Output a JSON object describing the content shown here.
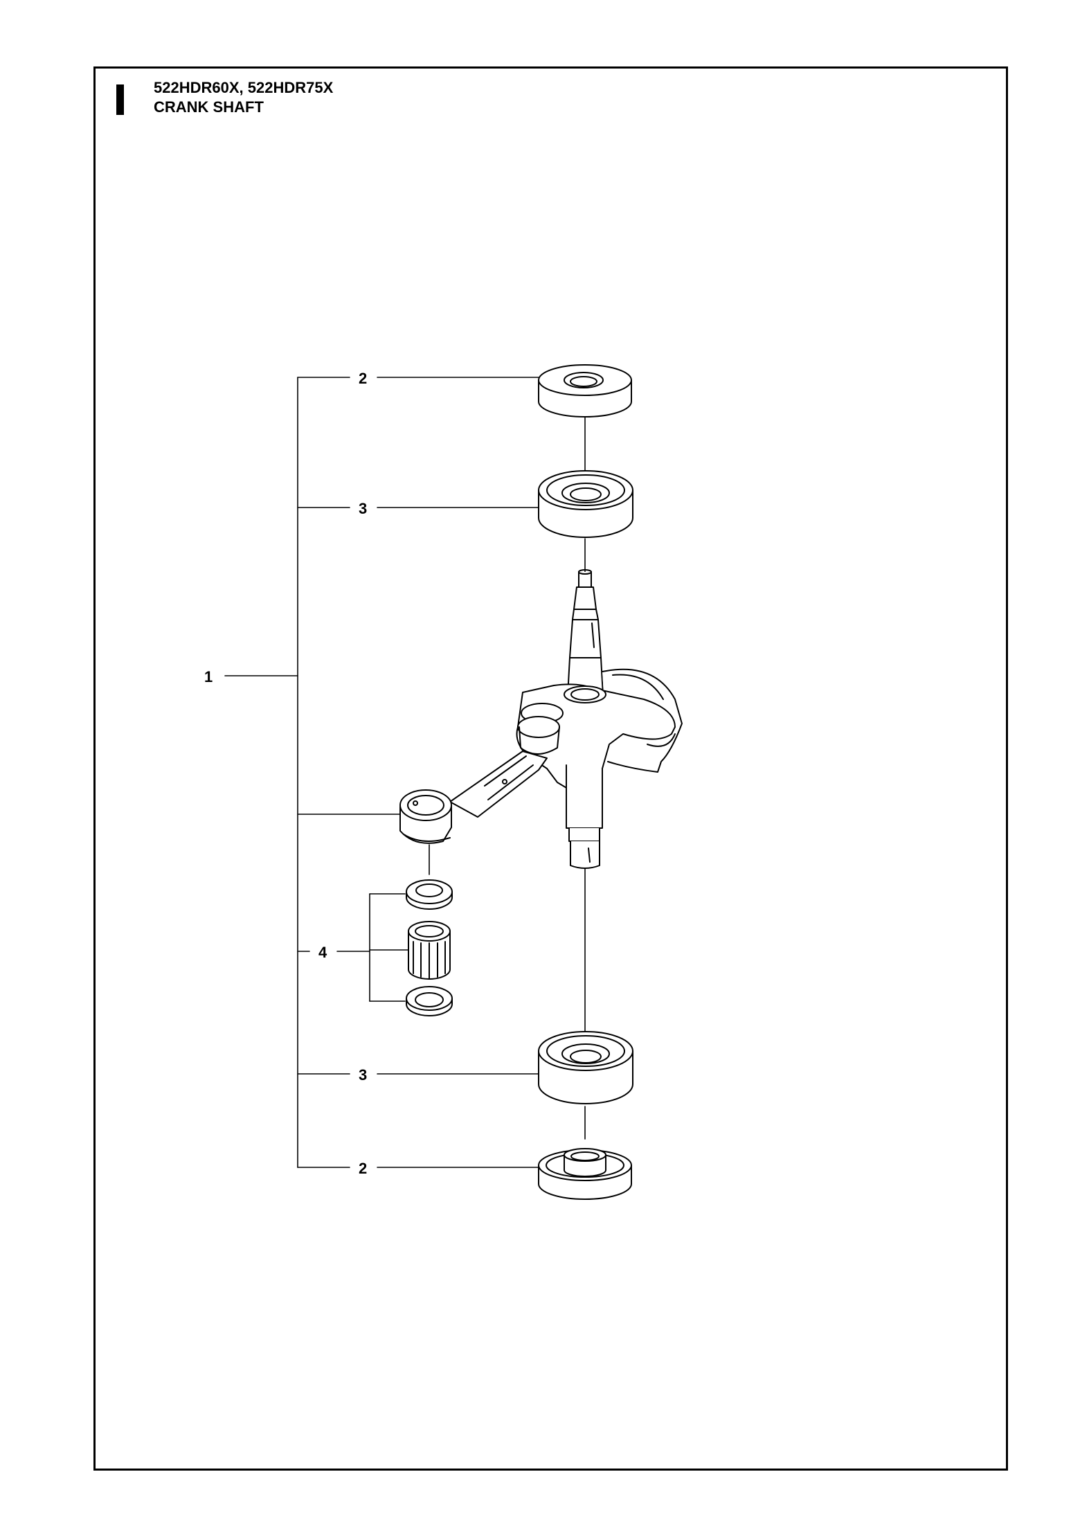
{
  "header": {
    "models": "522HDR60X, 522HDR75X",
    "title": "CRANK SHAFT"
  },
  "callouts": {
    "assembly": "1",
    "seal_top": "2",
    "bearing_top": "3",
    "needle_bearing_kit": "4",
    "bearing_bottom": "3",
    "seal_bottom": "2"
  },
  "colors": {
    "line": "#000000",
    "background": "#ffffff"
  }
}
